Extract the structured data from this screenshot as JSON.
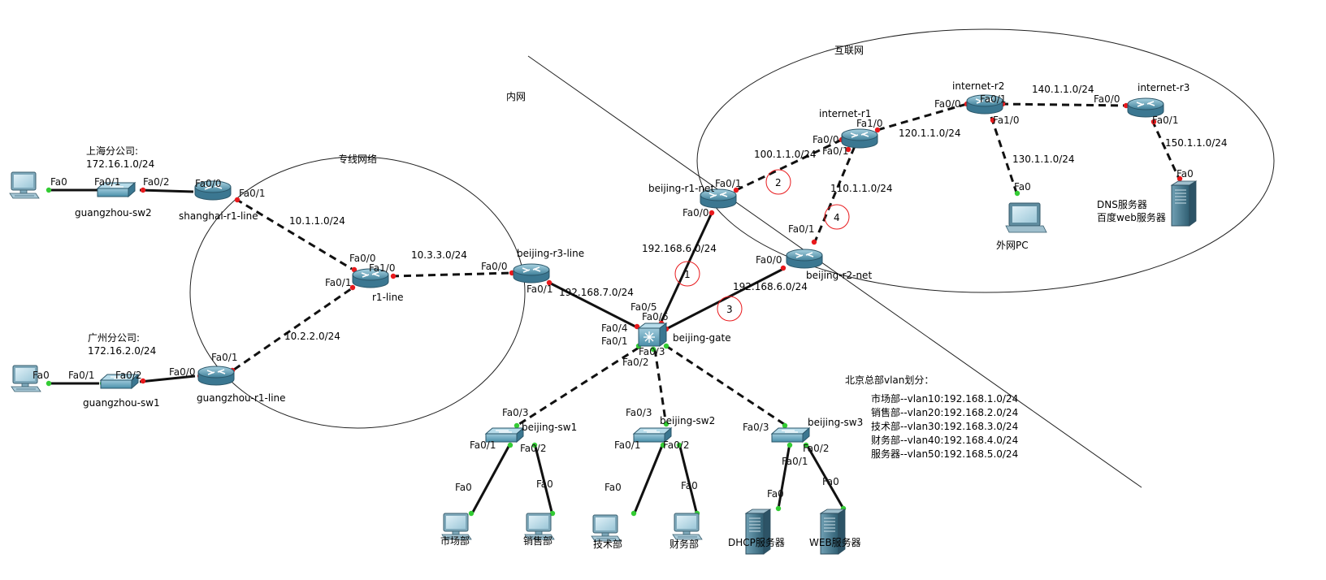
{
  "regions": {
    "intranet": "内网",
    "internet": "互联网",
    "leased": "专线网络"
  },
  "devices": {
    "shanghai_r1": "shanghai-r1-line",
    "guangzhou_r1": "guangzhou-r1-line",
    "r1_line": "r1-line",
    "beijing_r3": "beijing-r3-line",
    "beijing_r1_net": "beijing-r1-net",
    "beijing_r2_net": "beijing-r2-net",
    "beijing_gate": "beijing-gate",
    "internet_r1": "internet-r1",
    "internet_r2": "internet-r2",
    "internet_r3": "internet-r3",
    "gz_sw2": "guangzhou-sw2",
    "gz_sw1": "guangzhou-sw1",
    "bj_sw1": "beijing-sw1",
    "bj_sw2": "beijing-sw2",
    "bj_sw3": "beijing-sw3",
    "pc_market": "市场部",
    "pc_sales": "销售部",
    "pc_tech": "技术部",
    "pc_finance": "财务部",
    "srv_dhcp": "DHCP服务器",
    "srv_web": "WEB服务器",
    "pc_external": "外网PC",
    "srv_dns_1": "DNS服务器",
    "srv_dns_2": "百度web服务器"
  },
  "branches": {
    "shanghai_name": "上海分公司:",
    "shanghai_net": "172.16.1.0/24",
    "guangzhou_name": "广州分公司:",
    "guangzhou_net": "172.16.2.0/24"
  },
  "networks": {
    "n10_1": "10.1.1.0/24",
    "n10_2": "10.2.2.0/24",
    "n10_3": "10.3.3.0/24",
    "n192_7": "192.168.7.0/24",
    "n192_6a": "192.168.6.0/24",
    "n192_6b": "192.168.6.0/24",
    "n100": "100.1.1.0/24",
    "n110": "110.1.1.0/24",
    "n120": "120.1.1.0/24",
    "n130": "130.1.1.0/24",
    "n140": "140.1.1.0/24",
    "n150": "150.1.1.0/24"
  },
  "markers": [
    "1",
    "2",
    "3",
    "4"
  ],
  "vlan_plan": {
    "title": "北京总部vlan划分：",
    "rows": [
      "市场部--vlan10:192.168.1.0/24",
      "销售部--vlan20:192.168.2.0/24",
      "技术部--vlan30:192.168.3.0/24",
      "财务部--vlan40:192.168.4.0/24",
      "服务器--vlan50:192.168.5.0/24"
    ]
  },
  "ports": {
    "sh_pc": "Fa0",
    "sh_sw_a": "Fa0/1",
    "sh_sw_b": "Fa0/2",
    "sh_r_a": "Fa0/0",
    "sh_r_b": "Fa0/1",
    "gz_pc": "Fa0",
    "gz_sw_a": "Fa0/1",
    "gz_sw_b": "Fa0/2",
    "gz_r_a": "Fa0/0",
    "gz_r_b": "Fa0/1",
    "r1_a": "Fa0/0",
    "r1_b": "Fa1/0",
    "r1_c": "Fa0/1",
    "r3_a": "Fa0/0",
    "r3_b": "Fa0/1",
    "gate_a": "Fa0/5",
    "gate_b": "Fa0/6",
    "gate_c": "Fa0/4",
    "gate_d": "Fa0/1",
    "gate_e": "Fa0/3",
    "gate_f": "Fa0/2",
    "bjr1_a": "Fa0/1",
    "bjr1_b": "Fa0/0",
    "bjr2_a": "Fa0/0",
    "bjr2_b": "Fa0/1",
    "ir1_a": "Fa0/0",
    "ir1_b": "Fa1/0",
    "ir1_c": "Fa0/1",
    "ir2_a": "Fa0/0",
    "ir2_b": "Fa0/1",
    "ir2_c": "Fa1/0",
    "ir3_a": "Fa0/0",
    "ir3_b": "Fa0/1",
    "ext_pc": "Fa0",
    "dns_srv": "Fa0",
    "sw1_up": "Fa0/3",
    "sw1_a": "Fa0/1",
    "sw1_b": "Fa0/2",
    "sw2_up": "Fa0/3",
    "sw2_a": "Fa0/1",
    "sw2_b": "Fa0/2",
    "sw3_up": "Fa0/3",
    "sw3_a": "Fa0/2",
    "sw3_b": "Fa0/1",
    "pc_m": "Fa0",
    "pc_s": "Fa0",
    "pc_t": "Fa0",
    "pc_f": "Fa0",
    "srv_d": "Fa0",
    "srv_w": "Fa0"
  },
  "colors": {
    "link_up": "#33cc33",
    "link_down": "#e8191c",
    "device": "#4a8faa",
    "marker": "#e8191c"
  }
}
